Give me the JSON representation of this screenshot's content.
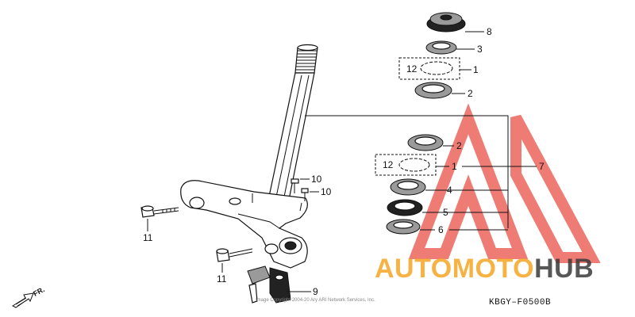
{
  "diagram": {
    "callouts": {
      "p8": "8",
      "p3": "3",
      "p12a": "12",
      "p1a": "1",
      "p2a": "2",
      "p2b": "2",
      "p12b": "12",
      "p1b": "1",
      "p7": "7",
      "p4": "4",
      "p5": "5",
      "p6": "6",
      "p10a": "10",
      "p10b": "10",
      "p11a": "11",
      "p11b": "11",
      "p9": "9"
    },
    "diagram_code": "KBGY–F0500B",
    "direction_label": "FR.",
    "copyright_text": "Image Copyright 2004-20 Ary ARI Network Services, Inc."
  },
  "watermark": {
    "word_orange": "AUTOMOTO",
    "word_dark": "HUB",
    "colors": {
      "orange": "#f5a623",
      "red": "#e8453c",
      "dark": "#3a3a3a"
    }
  }
}
